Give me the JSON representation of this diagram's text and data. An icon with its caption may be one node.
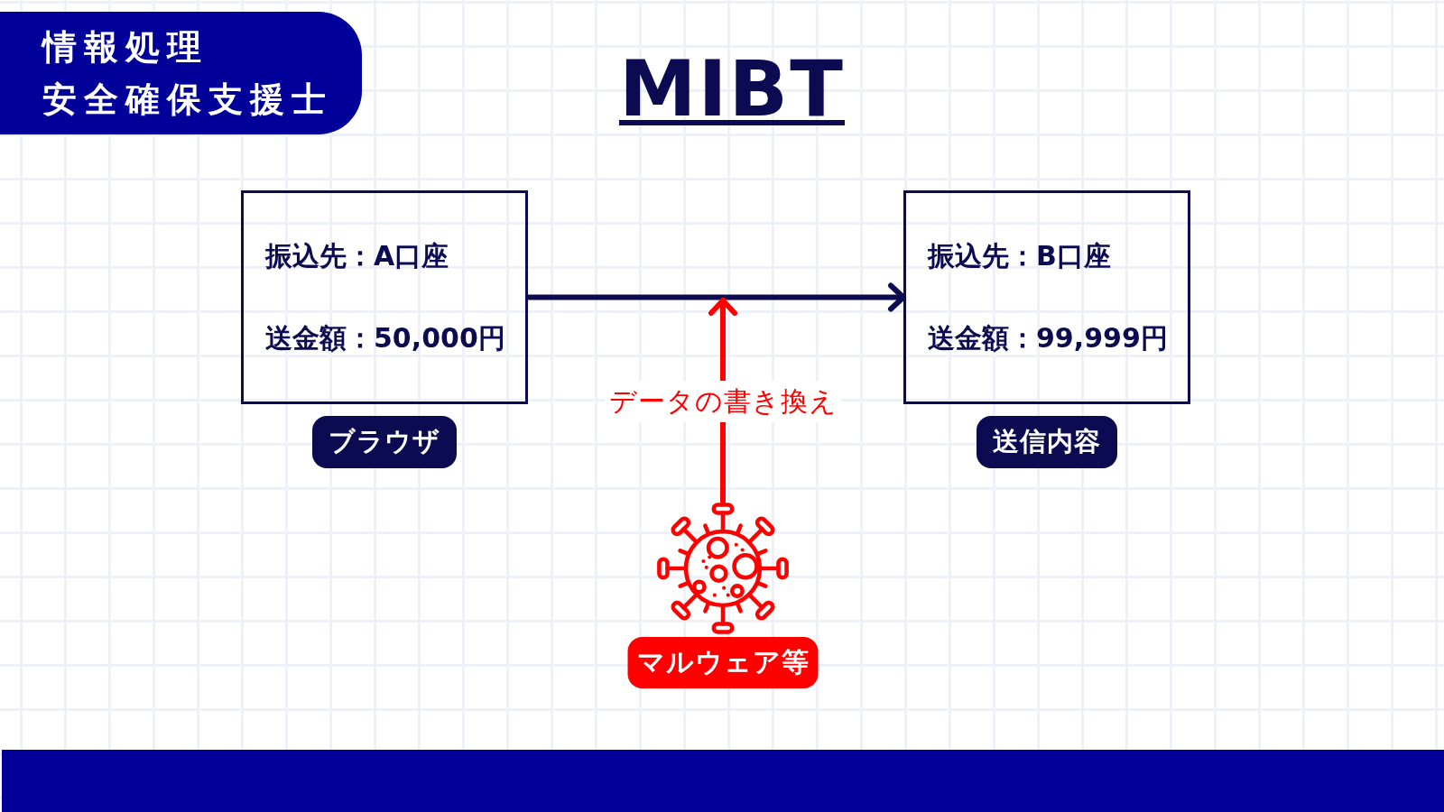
{
  "diagram": {
    "title": "MIBT",
    "nodes": [
      {
        "text": [
          "振込先：A口座",
          "送金額：50,000円"
        ],
        "beside": [
          "ブラウザ"
        ]
      },
      {
        "text": [
          "振込先：B口座",
          "送金額：99,999円"
        ],
        "beside": [
          "送信内容"
        ]
      },
      {
        "text": [],
        "shape": "picture",
        "beside": [
          "マルウェア等"
        ]
      }
    ],
    "edges": [
      {
        "from": 0,
        "to": 1,
        "arrow": "to"
      },
      {
        "from": 2,
        "to": null,
        "arrow": "to",
        "label": "データの書き換え",
        "color": "#ff0000"
      }
    ],
    "labels": [
      "情報処理",
      "安全確保支援士"
    ]
  }
}
